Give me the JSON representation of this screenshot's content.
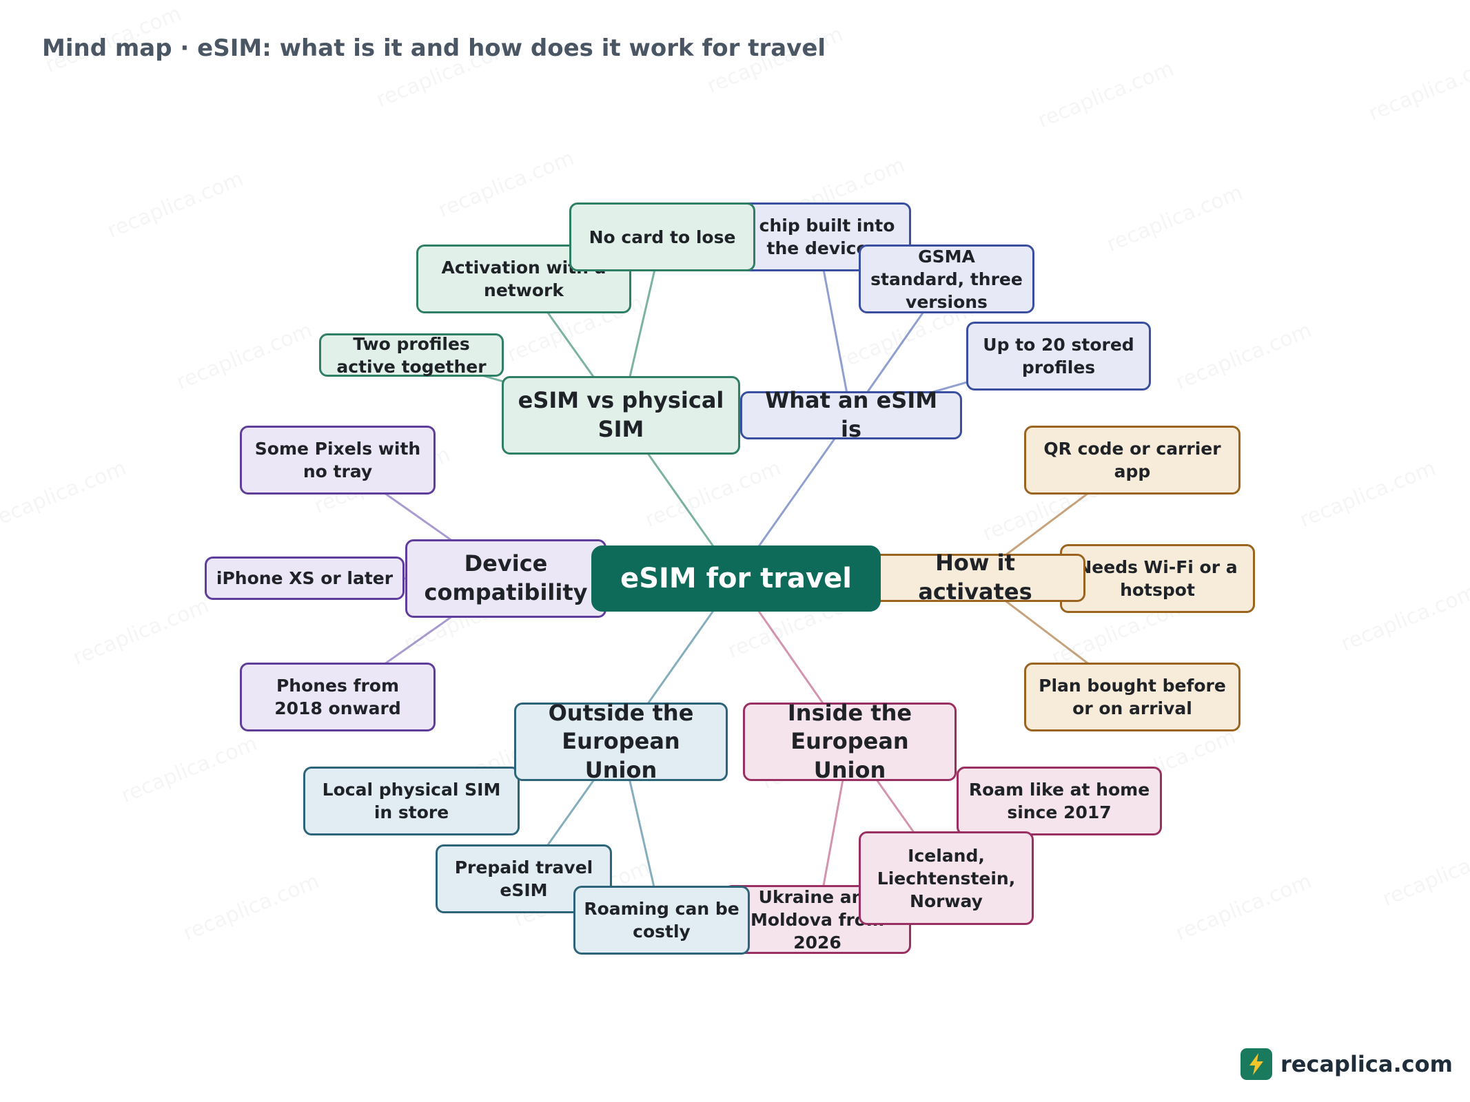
{
  "title": "Mind map · eSIM: what is it and how does it work for travel",
  "watermark": "recaplica.com",
  "brand": {
    "name": "recaplica.com",
    "logo_icon": "lightning-bolt-icon"
  },
  "colors": {
    "center": "#0e6b5a",
    "teal": {
      "line": "#7ab3a3",
      "border": "#2f7e66",
      "fill": "#e2f0ea"
    },
    "blue": {
      "line": "#8f9fd0",
      "border": "#3a4fa0",
      "fill": "#e7eaf6"
    },
    "gold": {
      "line": "#c7a37c",
      "border": "#9a6320",
      "fill": "#f7ebd9"
    },
    "purple": {
      "line": "#a99ad0",
      "border": "#5e3e9a",
      "fill": "#ece7f6"
    },
    "steel": {
      "line": "#84aebe",
      "border": "#2e6479",
      "fill": "#e1edf3"
    },
    "pink": {
      "line": "#d493ae",
      "border": "#9a2f62",
      "fill": "#f6e4ec"
    }
  },
  "mindmap": {
    "center": "eSIM for travel",
    "branches": [
      {
        "id": "what",
        "label": "What an eSIM is",
        "color": "blue",
        "children": [
          "A chip built into the device",
          "GSMA standard, three versions",
          "Up to 20 stored profiles"
        ]
      },
      {
        "id": "activates",
        "label": "How it activates",
        "color": "gold",
        "children": [
          "QR code or carrier app",
          "Needs Wi-Fi or a hotspot",
          "Plan bought before or on arrival"
        ]
      },
      {
        "id": "inside",
        "label": "Inside the European Union",
        "color": "pink",
        "children": [
          "Roam like at home since 2017",
          "Iceland, Liechtenstein, Norway",
          "Ukraine and Moldova from 2026"
        ]
      },
      {
        "id": "outside",
        "label": "Outside the European Union",
        "color": "steel",
        "children": [
          "Local physical SIM in store",
          "Prepaid travel eSIM",
          "Roaming can be costly"
        ]
      },
      {
        "id": "devices",
        "label": "Device compatibility",
        "color": "purple",
        "children": [
          "Some Pixels with no tray",
          "iPhone XS or later",
          "Phones from 2018 onward"
        ]
      },
      {
        "id": "vs",
        "label": "eSIM vs physical SIM",
        "color": "teal",
        "children": [
          "Activation with a network",
          "Two profiles active together",
          "No card to lose"
        ]
      }
    ]
  }
}
